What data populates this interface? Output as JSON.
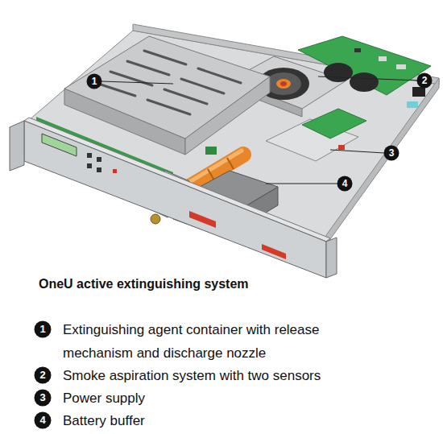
{
  "diagram": {
    "title": "OneU active extinguishing system",
    "labels": [
      "1",
      "2",
      "3",
      "4",
      "1",
      "Extinguishing agent container with release mechanism and discharge nozzle",
      "2",
      "Smoke aspiration system with two sensors",
      "3",
      "Power supply",
      "4",
      "Battery buffer"
    ]
  }
}
